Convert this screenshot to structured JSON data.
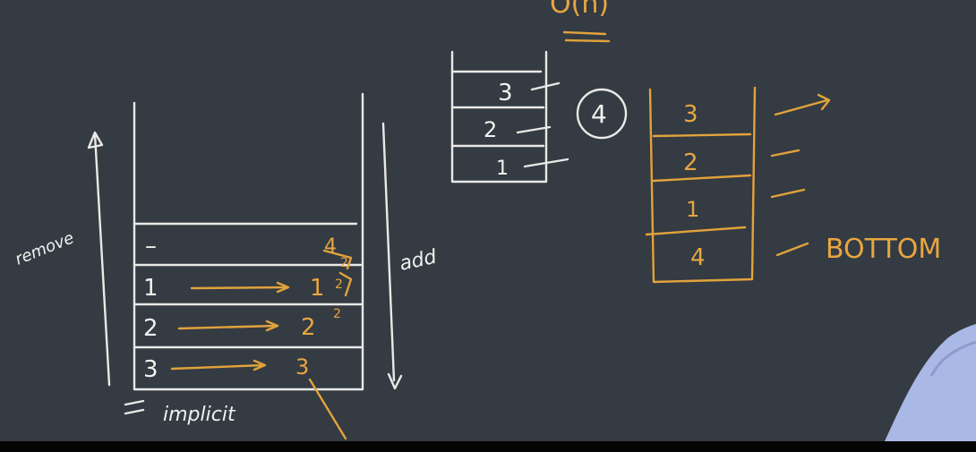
{
  "header": {
    "complexity": "O(n)"
  },
  "left_stack": {
    "side_left_label": "remove",
    "side_right_label": "add",
    "bottom_note": "implicit",
    "rows": [
      {
        "left": "–",
        "right": "4"
      },
      {
        "left": "1",
        "right": "1"
      },
      {
        "left": "2",
        "right": "2"
      },
      {
        "left": "3",
        "right": "3"
      }
    ],
    "annotation_marks": [
      "2",
      "2",
      "2"
    ]
  },
  "middle_stack": {
    "rows": [
      "3",
      "2",
      "1"
    ],
    "circled_value": "4"
  },
  "right_stack": {
    "rows": [
      "3",
      "2",
      "1",
      "4"
    ],
    "bottom_label": "BOTTOM"
  },
  "colors": {
    "board": "#343b42",
    "chalk_white": "#ebebe8",
    "chalk_orange": "#e2a23c",
    "presenter_shirt": "#aab8e6"
  }
}
